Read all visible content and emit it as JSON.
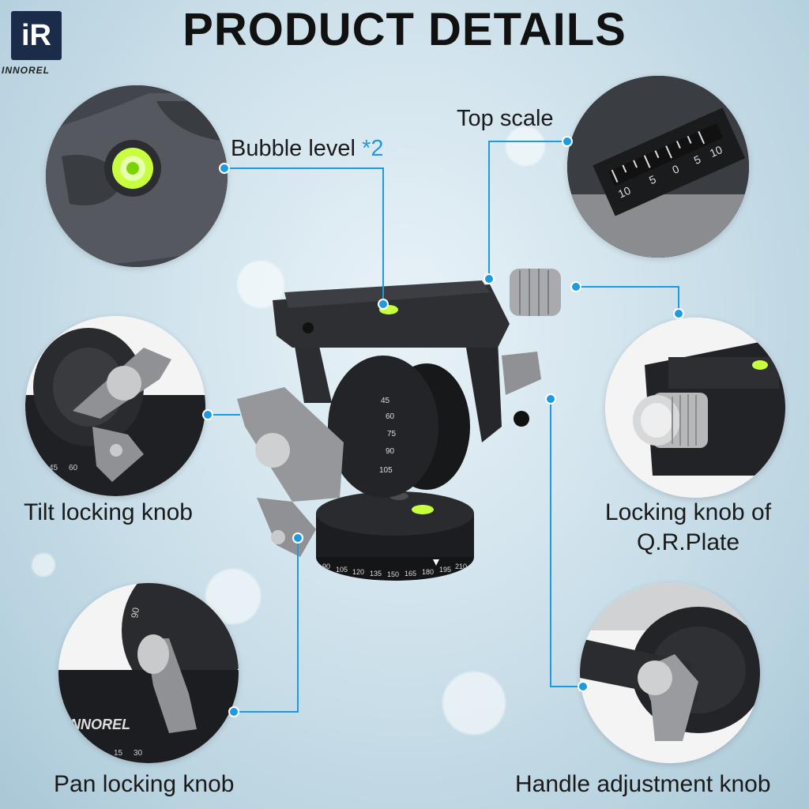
{
  "brand": {
    "logo_mark": "iR",
    "name": "INNOREL"
  },
  "header": {
    "title": "PRODUCT DETAILS"
  },
  "accent_color": "#1e9be0",
  "callouts": {
    "bubble_level": {
      "label": "Bubble level",
      "suffix": "*2"
    },
    "top_scale": {
      "label": "Top scale"
    },
    "tilt_locking_knob": {
      "label": "Tilt locking knob"
    },
    "qr_plate_knob": {
      "line1": "Locking knob of",
      "line2": "Q.R.Plate"
    },
    "pan_locking_knob": {
      "label": "Pan locking knob"
    },
    "handle_adjustment_knob": {
      "label": "Handle adjustment knob"
    }
  },
  "scales": {
    "top_scale_ticks": [
      "10",
      "5",
      "0",
      "5",
      "10"
    ],
    "tilt_scale_ticks": [
      "45",
      "60",
      "75",
      "90",
      "105"
    ],
    "pan_scale_ticks": [
      "90",
      "105",
      "120",
      "135",
      "150",
      "165",
      "180",
      "195",
      "210"
    ],
    "tilt_detail_ticks": [
      "45",
      "60"
    ],
    "pan_detail_ticks": [
      "90",
      "15",
      "30"
    ]
  }
}
